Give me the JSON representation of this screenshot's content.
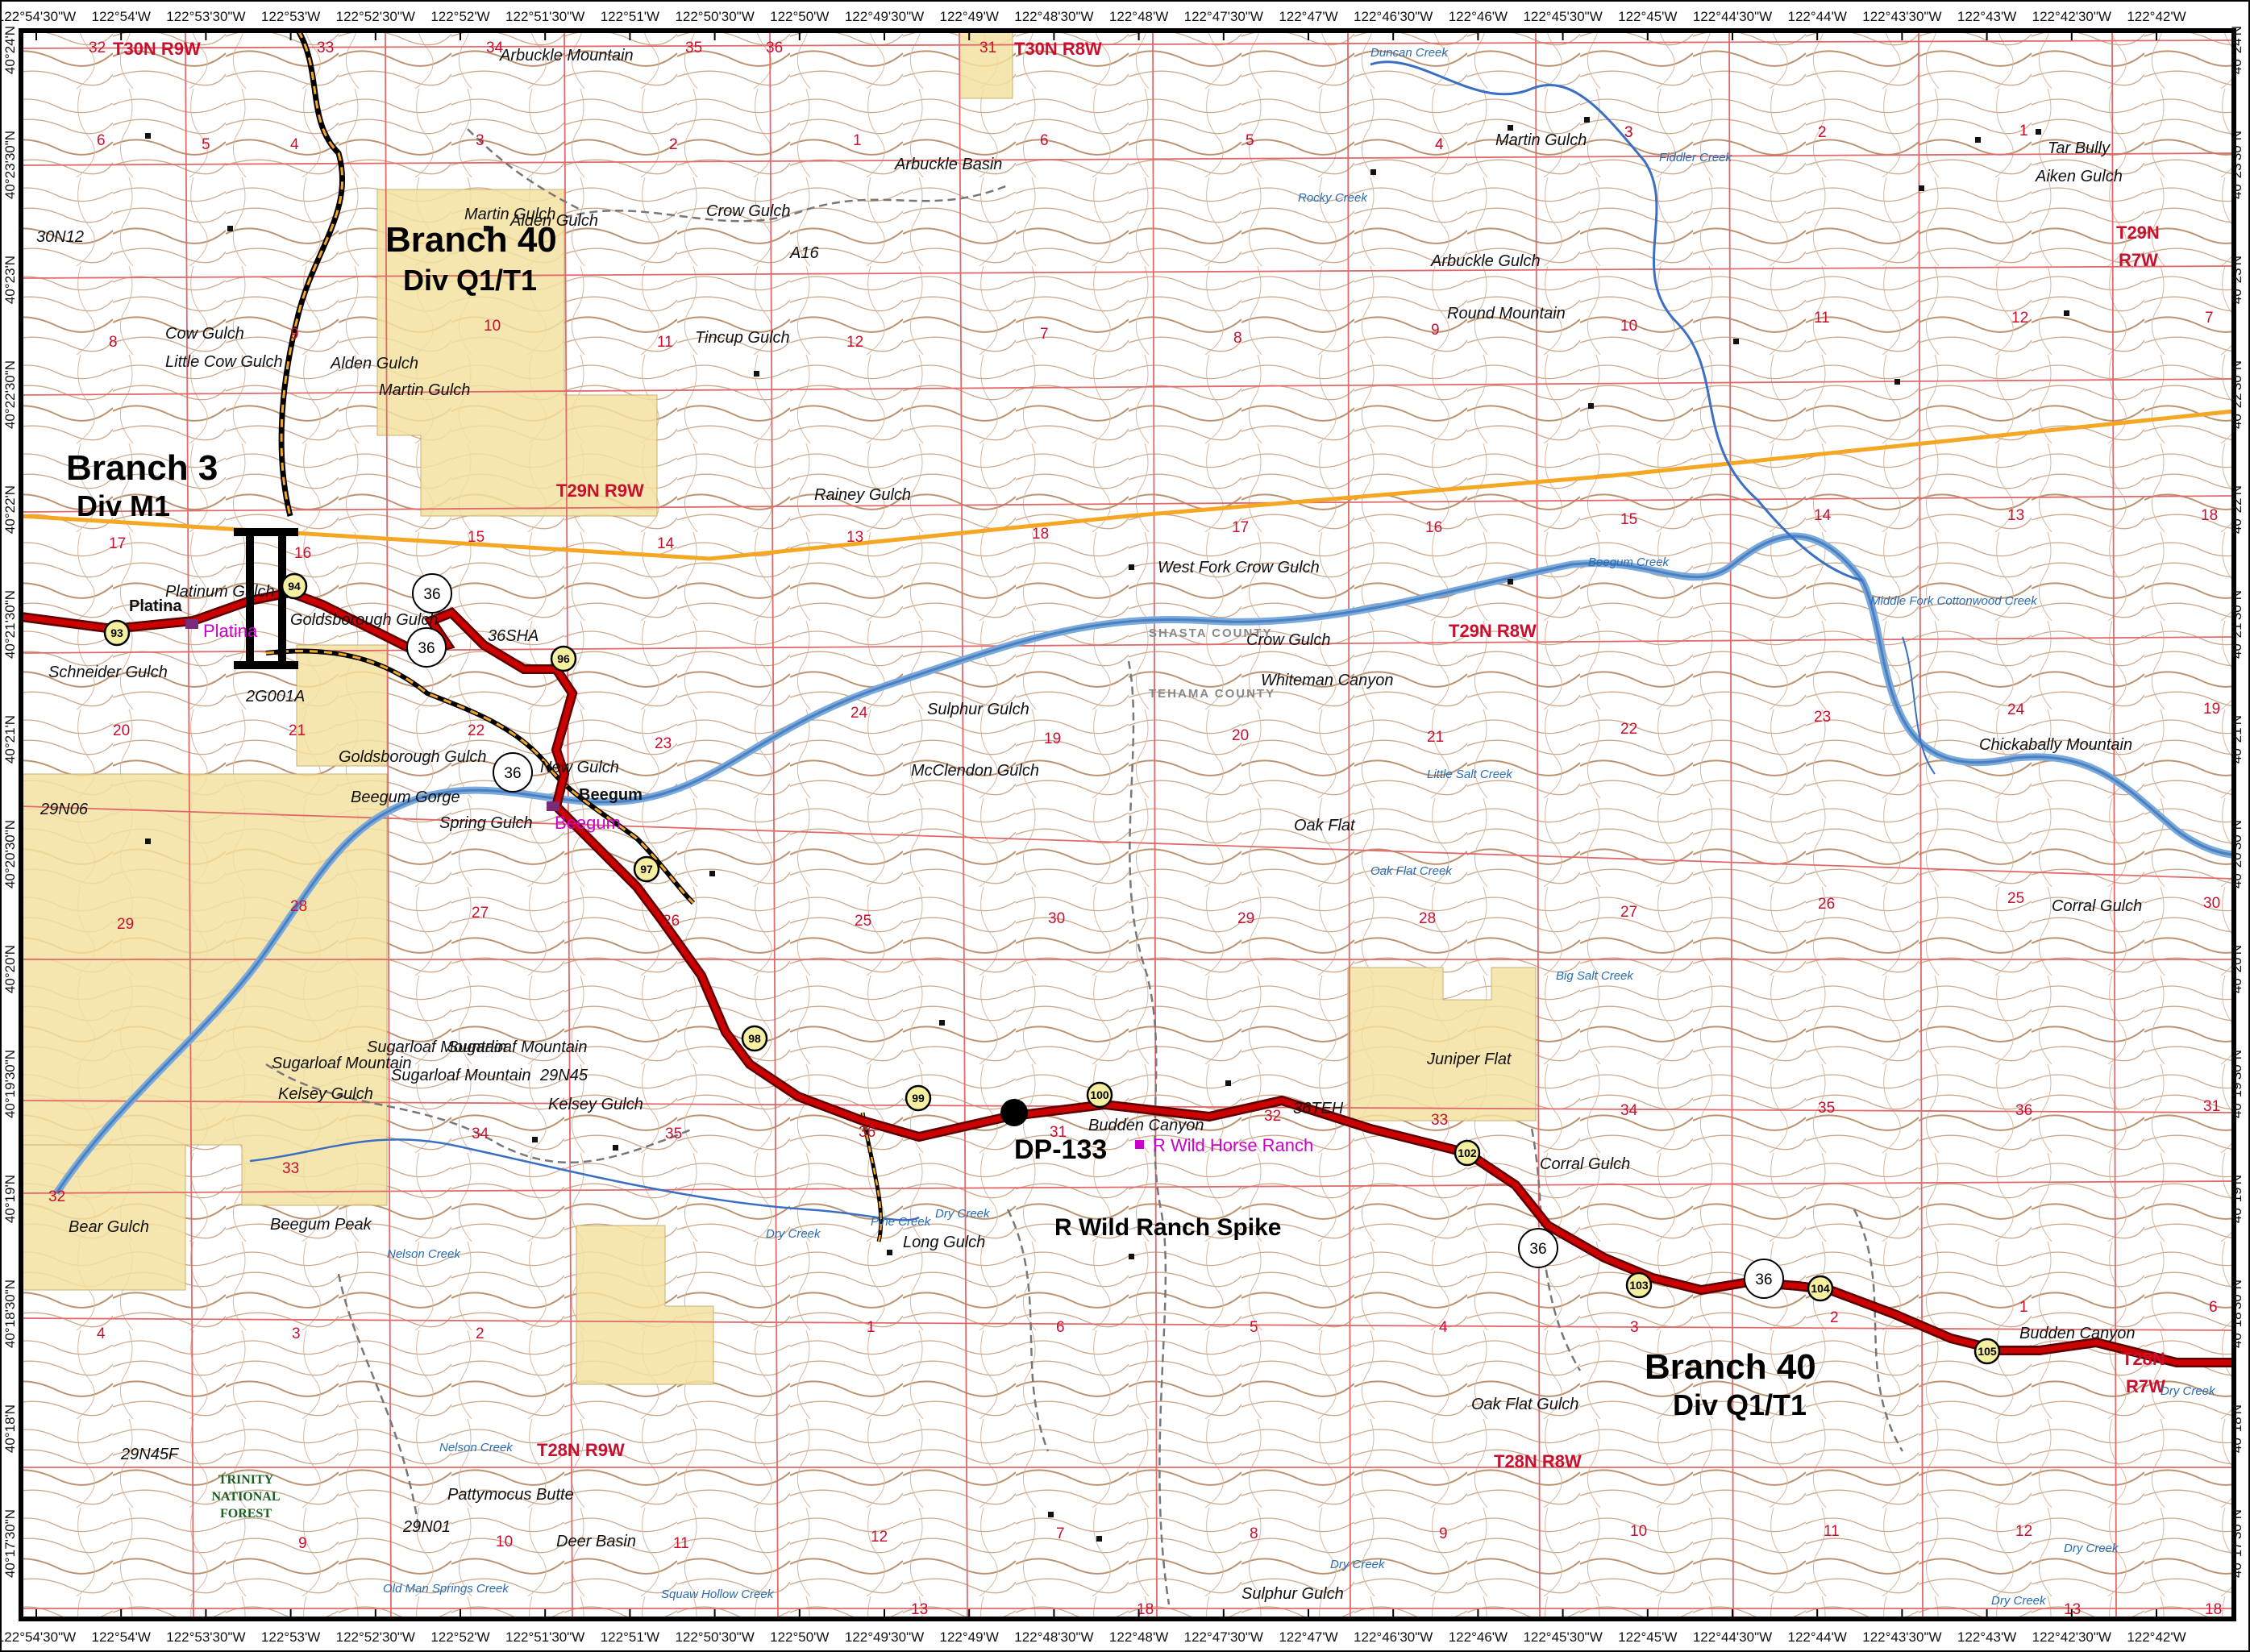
{
  "map": {
    "colors": {
      "background": "#ffffff",
      "contour": "#b08058",
      "private_land": "#f3e0a0",
      "section_line": "#d84a4a",
      "route_red": "#cc0000",
      "river_blue": "#6aa0d8",
      "orange_line": "#f5a623",
      "division_black": "#000000",
      "magenta": "#cc00cc"
    },
    "top_lon_labels": [
      "122°54'30\"W",
      "122°54'W",
      "122°53'30\"W",
      "122°53'W",
      "122°52'30\"W",
      "122°52'W",
      "122°51'30\"W",
      "122°51'W",
      "122°50'30\"W",
      "122°50'W",
      "122°49'30\"W",
      "122°49'W",
      "122°48'30\"W",
      "122°48'W",
      "122°47'30\"W",
      "122°47'W",
      "122°46'30\"W",
      "122°46'W",
      "122°45'30\"W",
      "122°45'W",
      "122°44'30\"W",
      "122°44'W",
      "122°43'30\"W",
      "122°43'W",
      "122°42'30\"W",
      "122°42'W"
    ],
    "bottom_lon_labels": [
      "122°54'30\"W",
      "122°54'W",
      "122°53'30\"W",
      "122°53'W",
      "122°52'30\"W",
      "122°52'W",
      "122°51'30\"W",
      "122°51'W",
      "122°50'30\"W",
      "122°50'W",
      "122°49'30\"W",
      "122°49'W",
      "122°48'30\"W",
      "122°48'W",
      "122°47'30\"W",
      "122°47'W",
      "122°46'30\"W",
      "122°46'W",
      "122°45'30\"W",
      "122°45'W",
      "122°44'30\"W",
      "122°44'W",
      "122°43'30\"W",
      "122°43'W",
      "122°42'30\"W",
      "122°42'W"
    ],
    "lat_labels": [
      "40°24'N",
      "40°23'30\"N",
      "40°23'N",
      "40°22'30\"N",
      "40°22'N",
      "40°21'30\"N",
      "40°21'N",
      "40°20'30\"N",
      "40°20'N",
      "40°19'30\"N",
      "40°19'N",
      "40°18'30\"N",
      "40°18'N",
      "40°17'30\"N"
    ],
    "township_labels": [
      "T30N R9W",
      "T30N R8W",
      "T29N R9W",
      "T29N R8W",
      "T28N R9W",
      "T28N R8W",
      "T29N",
      "R7W",
      "T28N",
      "R7W"
    ],
    "section_numbers": [
      "32",
      "33",
      "34",
      "35",
      "36",
      "31",
      "6",
      "5",
      "4",
      "3",
      "2",
      "1",
      "5",
      "4",
      "3",
      "2",
      "1",
      "6",
      "5",
      "4",
      "3",
      "2",
      "1",
      "8",
      "9",
      "10",
      "11",
      "12",
      "7",
      "8",
      "9",
      "10",
      "11",
      "12",
      "7",
      "17",
      "16",
      "15",
      "14",
      "13",
      "18",
      "17",
      "16",
      "15",
      "14",
      "13",
      "18",
      "20",
      "21",
      "22",
      "23",
      "24",
      "19",
      "20",
      "21",
      "22",
      "23",
      "24",
      "19",
      "29",
      "28",
      "27",
      "26",
      "25",
      "30",
      "29",
      "28",
      "27",
      "26",
      "25",
      "30",
      "32",
      "33",
      "34",
      "35",
      "36",
      "31",
      "32",
      "33",
      "34",
      "35",
      "36",
      "31",
      "4",
      "3",
      "2",
      "1",
      "6",
      "5",
      "4",
      "3",
      "2",
      "1",
      "6",
      "9",
      "10",
      "11",
      "12",
      "7",
      "8",
      "9",
      "10",
      "11",
      "12",
      "13",
      "18",
      "13",
      "18"
    ],
    "place_names": {
      "arbuckle_mountain": "Arbuckle Mountain",
      "arbuckle_basin": "Arbuckle Basin",
      "crow_gulch_top": "Crow Gulch",
      "martin_gulch_top": "Martin Gulch",
      "martin_gulch_left": "Martin Gulch",
      "martin_gulch_right": "Martin Gulch",
      "alden_gulch_1": "Alden Gulch",
      "alden_gulch_2": "Alden Gulch",
      "cow_gulch": "Cow Gulch",
      "little_cow_gulch": "Little Cow Gulch",
      "tincup_gulch": "Tincup Gulch",
      "rainey_gulch": "Rainey Gulch",
      "arbuckle_gulch": "Arbuckle Gulch",
      "round_mountain": "Round Mountain",
      "tar_bully": "Tar Bully",
      "aiken_gulch": "Aiken Gulch",
      "west_fork_crow_gulch": "West Fork Crow Gulch",
      "crow_gulch_mid": "Crow Gulch",
      "whiteman_canyon": "Whiteman Canyon",
      "sulphur_gulch_mid": "Sulphur Gulch",
      "mcclendon_gulch": "McClendon Gulch",
      "platinum_gulch": "Platinum Gulch",
      "platina_label": "Platina",
      "goldsborough_gulch_1": "Goldsborough Gulch",
      "goldsborough_gulch_2": "Goldsborough Gulch",
      "schneider_gulch": "Schneider Gulch",
      "new_gulch": "New Gulch",
      "beegum_bold": "Beegum",
      "beegum_gorge": "Beegum Gorge",
      "spring_gulch": "Spring Gulch",
      "oak_flat": "Oak Flat",
      "chickabally_mountain": "Chickabally Mountain",
      "corral_gulch_right": "Corral Gulch",
      "sugarloaf_mountain_1": "Sugarloaf Mountain",
      "sugarloaf_mountain_2": "Sugarloaf Mountain",
      "sugarloaf_mountain_3": "Sugarloaf Mountain",
      "sugarloaf_mountain_4": "Sugarloaf Mountain",
      "kelsey_gulch_1": "Kelsey Gulch",
      "kelsey_gulch_2": "Kelsey Gulch",
      "juniper_flat": "Juniper Flat",
      "budden_canyon_1": "Budden Canyon",
      "budden_canyon_2": "Budden Canyon",
      "corral_gulch_mid": "Corral Gulch",
      "bear_gulch": "Bear Gulch",
      "beegum_peak": "Beegum Peak",
      "long_gulch": "Long Gulch",
      "oak_flat_gulch": "Oak Flat Gulch",
      "pattymocus_butte": "Pattymocus Butte",
      "deer_basin": "Deer Basin",
      "sulphur_gulch_bottom": "Sulphur Gulch",
      "trinity_1": "TRINITY",
      "trinity_2": "NATIONAL",
      "trinity_3": "FOREST"
    },
    "creek_names": [
      "Beegum Creek",
      "Little Salt Creek",
      "Oak Flat Creek",
      "Big Salt Creek",
      "Dry Creek",
      "Dry Creek",
      "Dry Creek",
      "Dry Creek",
      "Nelson Creek",
      "Nelson Creek",
      "Squaw Hollow Creek",
      "Old Man Springs Creek",
      "Rocky Creek",
      "Pine Creek",
      "Middle Fork Cottonwood Creek",
      "Fiddler Creek",
      "Duncan Creek",
      "Dry Creek",
      "Dry Creek"
    ],
    "road_labels": [
      "A16",
      "36SHA",
      "36TEH",
      "29N06",
      "29N45",
      "29N01",
      "30N12",
      "29N45F",
      "2G001A"
    ],
    "county": {
      "shasta": "SHASTA COUNTY",
      "tehama": "TEHAMA COUNTY"
    },
    "route_shields": [
      "36",
      "36",
      "36",
      "36",
      "36"
    ],
    "mile_markers": [
      "93",
      "94",
      "96",
      "97",
      "98",
      "99",
      "100",
      "102",
      "103",
      "104",
      "105"
    ],
    "branch_labels": {
      "b40_top": "Branch 40",
      "b40_top_div": "Div Q1/T1",
      "b3": "Branch 3",
      "b3_div": "Div M1",
      "b40_bottom": "Branch 40",
      "b40_bottom_div": "Div Q1/T1"
    },
    "magenta_labels": {
      "platina": "Platina",
      "beegum": "Beegum",
      "ranch": "R Wild Horse Ranch"
    },
    "dp_label": "DP-133",
    "spike_label": "R Wild Ranch Spike"
  }
}
